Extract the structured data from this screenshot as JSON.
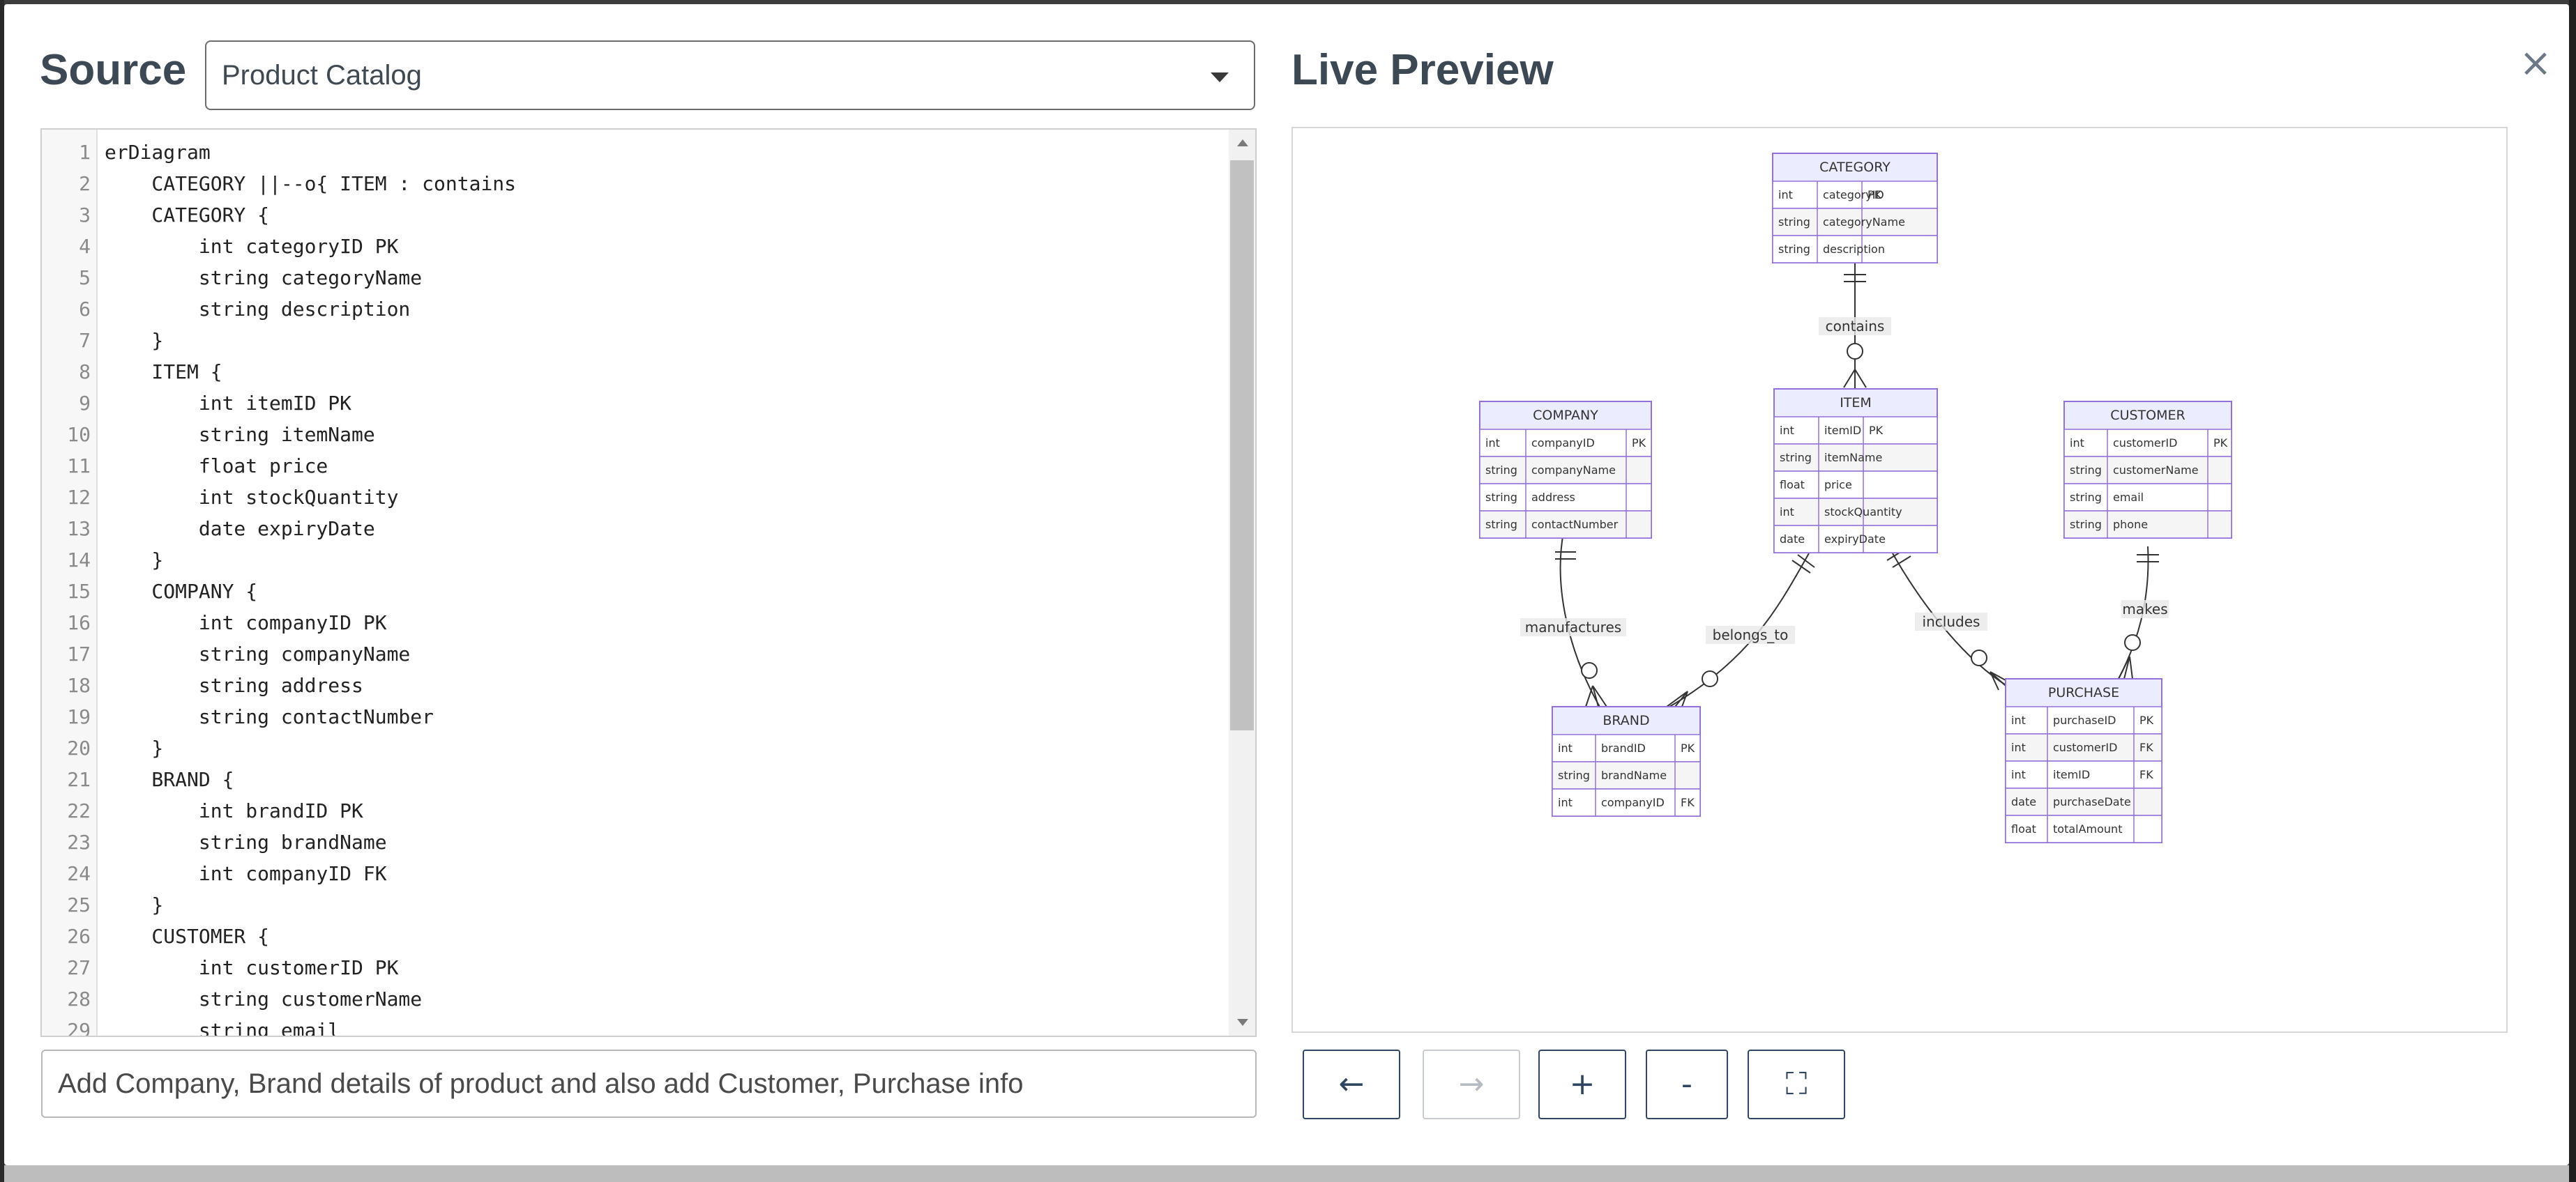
{
  "modal": {
    "close_label": "×"
  },
  "source": {
    "title": "Source",
    "selected_catalog": "Product Catalog",
    "code_lines": [
      "erDiagram",
      "    CATEGORY ||--o{ ITEM : contains",
      "    CATEGORY {",
      "        int categoryID PK",
      "        string categoryName",
      "        string description",
      "    }",
      "    ITEM {",
      "        int itemID PK",
      "        string itemName",
      "        float price",
      "        int stockQuantity",
      "        date expiryDate",
      "    }",
      "    COMPANY {",
      "        int companyID PK",
      "        string companyName",
      "        string address",
      "        string contactNumber",
      "    }",
      "    BRAND {",
      "        int brandID PK",
      "        string brandName",
      "        int companyID FK",
      "    }",
      "    CUSTOMER {",
      "        int customerID PK",
      "        string customerName",
      "        string email"
    ],
    "prompt_text": "Add Company, Brand details of product and also add Customer, Purchase info"
  },
  "preview": {
    "title": "Live Preview",
    "entities": [
      {
        "name": "CATEGORY",
        "rows": [
          [
            "int",
            "categoryID",
            "PK"
          ],
          [
            "string",
            "categoryName",
            ""
          ],
          [
            "string",
            "description",
            ""
          ]
        ]
      },
      {
        "name": "ITEM",
        "rows": [
          [
            "int",
            "itemID",
            "PK"
          ],
          [
            "string",
            "itemName",
            ""
          ],
          [
            "float",
            "price",
            ""
          ],
          [
            "int",
            "stockQuantity",
            ""
          ],
          [
            "date",
            "expiryDate",
            ""
          ]
        ]
      },
      {
        "name": "COMPANY",
        "rows": [
          [
            "int",
            "companyID",
            "PK"
          ],
          [
            "string",
            "companyName",
            ""
          ],
          [
            "string",
            "address",
            ""
          ],
          [
            "string",
            "contactNumber",
            ""
          ]
        ]
      },
      {
        "name": "CUSTOMER",
        "rows": [
          [
            "int",
            "customerID",
            "PK"
          ],
          [
            "string",
            "customerName",
            ""
          ],
          [
            "string",
            "email",
            ""
          ],
          [
            "string",
            "phone",
            ""
          ]
        ]
      },
      {
        "name": "BRAND",
        "rows": [
          [
            "int",
            "brandID",
            "PK"
          ],
          [
            "string",
            "brandName",
            ""
          ],
          [
            "int",
            "companyID",
            "FK"
          ]
        ]
      },
      {
        "name": "PURCHASE",
        "rows": [
          [
            "int",
            "purchaseID",
            "PK"
          ],
          [
            "int",
            "customerID",
            "FK"
          ],
          [
            "int",
            "itemID",
            "FK"
          ],
          [
            "date",
            "purchaseDate",
            ""
          ],
          [
            "float",
            "totalAmount",
            ""
          ]
        ]
      }
    ],
    "relationships": [
      {
        "from": "CATEGORY",
        "to": "ITEM",
        "label": "contains"
      },
      {
        "from": "COMPANY",
        "to": "BRAND",
        "label": "manufactures"
      },
      {
        "from": "ITEM",
        "to": "BRAND",
        "label": "belongs_to"
      },
      {
        "from": "ITEM",
        "to": "PURCHASE",
        "label": "includes"
      },
      {
        "from": "CUSTOMER",
        "to": "PURCHASE",
        "label": "makes"
      }
    ],
    "colors": {
      "entity_fill": "#ECECFF",
      "entity_border": "#9370DB",
      "row_alt": "#F5F5F5",
      "line": "#333333"
    }
  },
  "controls": {
    "back": {
      "label": "←",
      "icon": "arrow-left-icon"
    },
    "forward": {
      "label": "→",
      "icon": "arrow-right-icon"
    },
    "zoom_in": {
      "label": "+"
    },
    "zoom_out": {
      "label": "-"
    },
    "fit": {
      "label": "⛶",
      "icon": "fullscreen-icon"
    }
  }
}
